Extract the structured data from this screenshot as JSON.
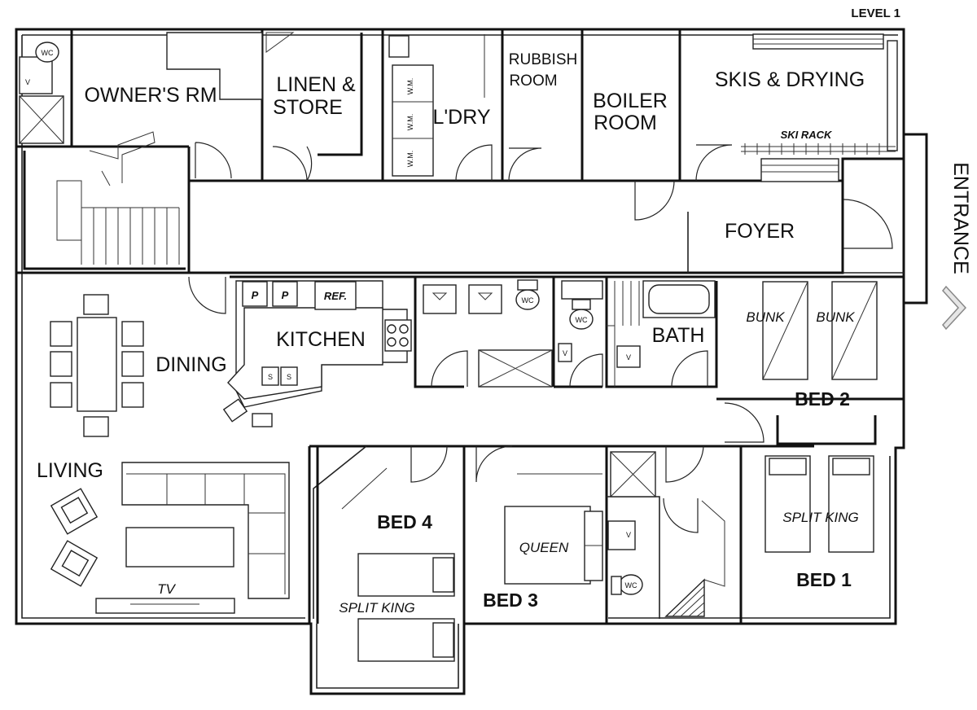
{
  "level_label": "LEVEL 1",
  "entrance_label": "ENTRANCE",
  "rooms": {
    "owners": "OWNER'S RM",
    "linen_line1": "LINEN &",
    "linen_line2": "STORE",
    "laundry": "L'DRY",
    "rubbish_line1": "RUBBISH",
    "rubbish_line2": "ROOM",
    "boiler_line1": "BOILER",
    "boiler_line2": "ROOM",
    "skis": "SKIS & DRYING",
    "foyer": "FOYER",
    "kitchen": "KITCHEN",
    "dining": "DINING",
    "bath": "BATH",
    "living": "LIVING",
    "bed1": "BED 1",
    "bed2": "BED 2",
    "bed3": "BED 3",
    "bed4": "BED 4"
  },
  "furniture": {
    "ski_rack": "SKI RACK",
    "bunk_a": "BUNK",
    "bunk_b": "BUNK",
    "split_king_bed1": "SPLIT KING",
    "split_king_bed4": "SPLIT KING",
    "queen": "QUEEN",
    "tv": "TV",
    "ref": "REF.",
    "pantry_a": "P",
    "pantry_b": "P",
    "sink_a": "S",
    "sink_b": "S"
  },
  "fixtures": {
    "wc_owners": "WC",
    "wc_bath1": "WC",
    "wc_bath2": "WC",
    "wc_ensuite": "WC",
    "wm_1": "W.M.",
    "wm_2": "W.M.",
    "wm_3": "W.M.",
    "vanity_a": "V",
    "vanity_b": "V",
    "vanity_c": "V",
    "vanity_d": "V"
  }
}
